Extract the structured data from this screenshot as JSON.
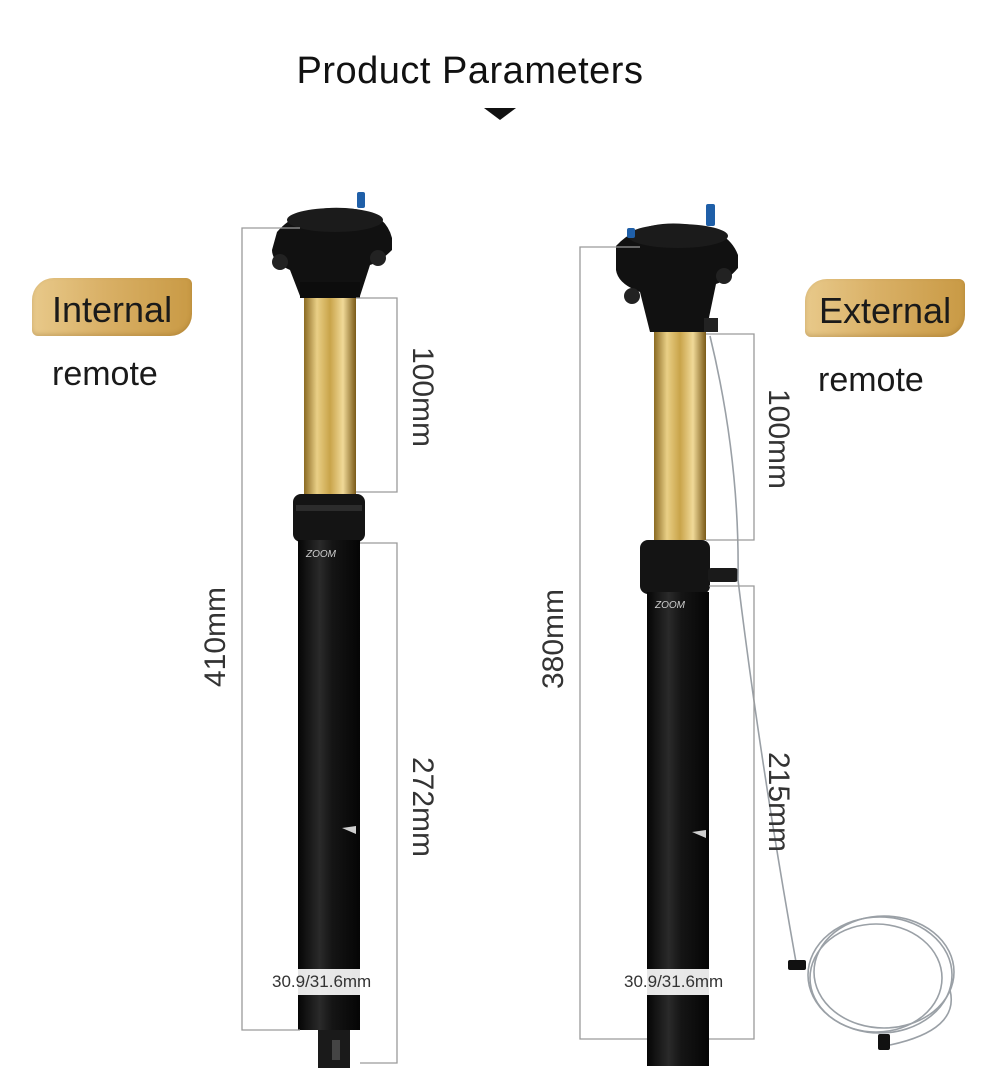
{
  "title": "Product Parameters",
  "left": {
    "badge": "Internal",
    "subtitle": "remote",
    "total_length": "410mm",
    "travel": "100mm",
    "insert_length": "272mm",
    "diameter": "30.9/31.6mm",
    "brand_text": "ZOOM"
  },
  "right": {
    "badge": "External",
    "subtitle": "remote",
    "total_length": "380mm",
    "travel": "100mm",
    "insert_length": "215mm",
    "diameter": "30.9/31.6mm",
    "brand_text": "ZOOM"
  },
  "colors": {
    "badge_gold": "#d9b066",
    "stanchion_gold": "#c9a44a",
    "post_black": "#141414",
    "dimension_line": "#9a9a9a",
    "accent_blue": "#1f5fa8"
  },
  "icons": [
    "down-arrow-icon"
  ]
}
